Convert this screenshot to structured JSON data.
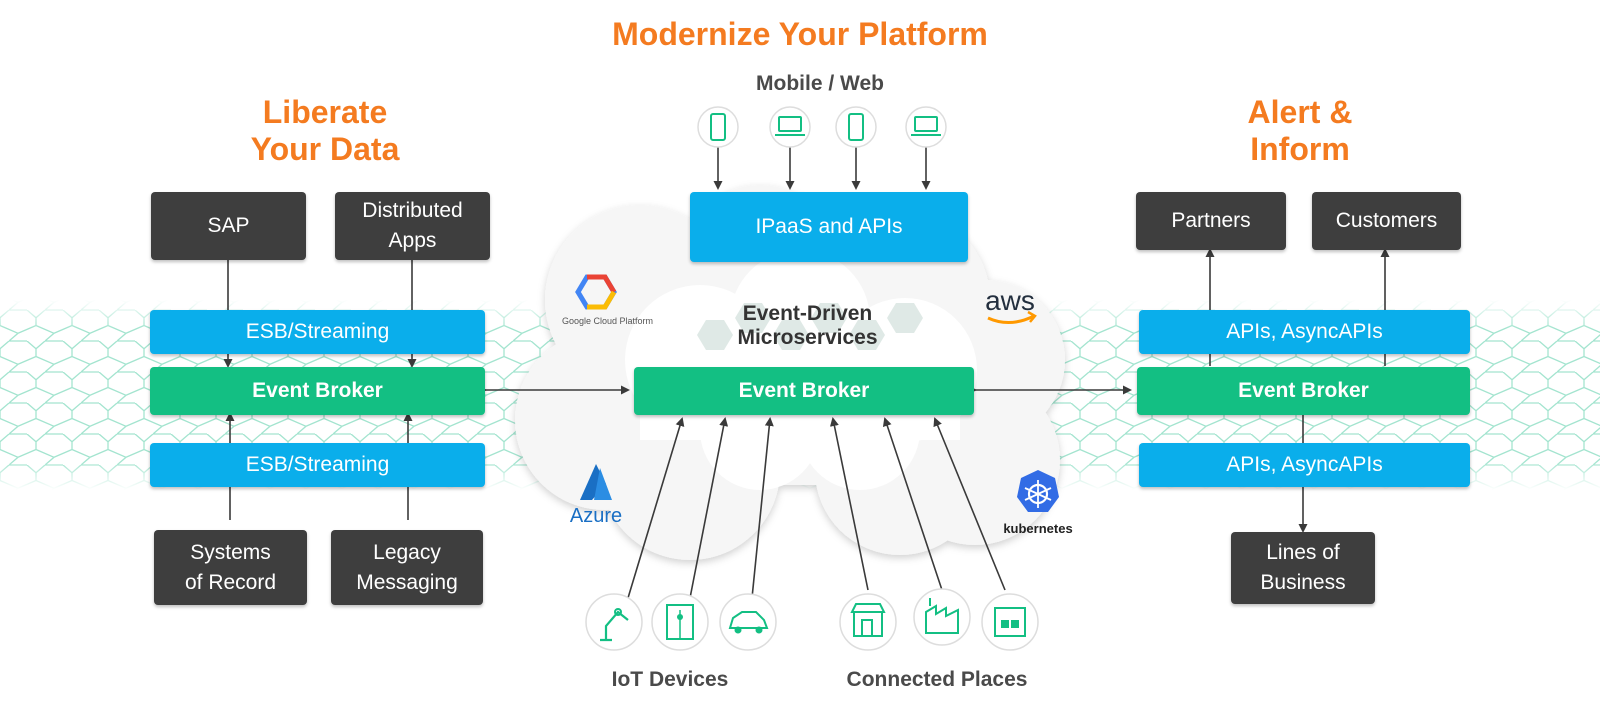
{
  "headings": {
    "center": "Modernize Your Platform",
    "left": "Liberate\nYour Data",
    "right": "Alert &\nInform"
  },
  "labels": {
    "mobile_web": "Mobile / Web",
    "iot_devices": "IoT Devices",
    "connected_places": "Connected Places",
    "event_driven": "Event-Driven\nMicroservices"
  },
  "left": {
    "sap": "SAP",
    "distributed_apps": "Distributed\nApps",
    "esb_top": "ESB/Streaming",
    "broker": "Event Broker",
    "esb_bottom": "ESB/Streaming",
    "systems_of_record": "Systems\nof  Record",
    "legacy_messaging": "Legacy\nMessaging"
  },
  "center": {
    "ipaas": "IPaaS and APIs",
    "broker": "Event Broker"
  },
  "right": {
    "partners": "Partners",
    "customers": "Customers",
    "apis_top": "APIs, AsyncAPIs",
    "broker": "Event Broker",
    "apis_bottom": "APIs, AsyncAPIs",
    "lines_of_business": "Lines of\nBusiness"
  },
  "clouds": {
    "gcp": "Google Cloud Platform",
    "aws": "aws",
    "azure": "Azure",
    "kubernetes": "kubernetes"
  },
  "icons": {
    "mobile_web": [
      "phone-icon",
      "laptop-icon",
      "phone-icon",
      "laptop-icon"
    ],
    "iot": [
      "robot-arm-icon",
      "elevator-icon",
      "car-icon"
    ],
    "places": [
      "store-icon",
      "factory-icon",
      "building-icon"
    ]
  },
  "colors": {
    "orange": "#f47b20",
    "blue": "#0aaeeb",
    "green": "#13bf83",
    "dark": "#3e3e3e",
    "mesh": "#9fe3cd"
  }
}
